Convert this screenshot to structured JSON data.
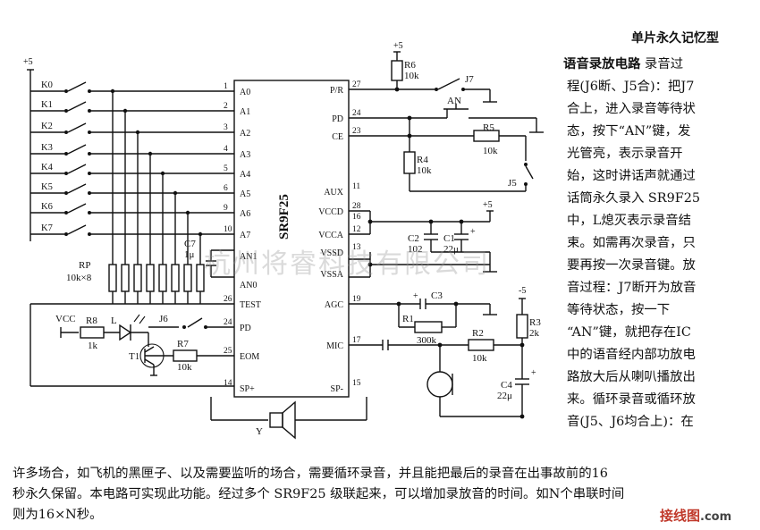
{
  "title": "单片永久记忆型",
  "paragraph": {
    "heading": "语音录放电路",
    "lines": [
      "录音过",
      "程(J6断、J5合)：把J7",
      "合上，进入录音等待状",
      "态，按下“AN”键，发",
      "光管亮，表示录音开",
      "始，这时讲话声就通过",
      "话筒永久录入 SR9F25",
      "中，L熄灭表示录音结",
      "束。如需再次录音，只",
      "要再按一次录音键。放",
      "音过程：J7断开为放音",
      "等待状态，按一下",
      "“AN”键，就把存在IC",
      "中的语音经内部功放电",
      "路放大后从喇叭播放出",
      "来。循环录音或循环放",
      "音(J5、J6均合上)：在"
    ],
    "bottom_lines": [
      "许多场合，如飞机的黑匣子、以及需要监听的场合，需要循环录音，并且能把最后的录音在出事故前的16",
      "秒永久保留。本电路可实现此功能。经过多个 SR9F25 级联起来，可以增加录放音的时间。如N个串联时间",
      "则为16×N秒。"
    ]
  },
  "watermark": "杭州将睿科技有限公司",
  "site_logo": {
    "left": "接线图",
    "right": ".com"
  },
  "schematic": {
    "chip_name": "SR9F25",
    "left_pins": [
      {
        "num": "1",
        "name": "A0"
      },
      {
        "num": "2",
        "name": "A1"
      },
      {
        "num": "3",
        "name": "A2"
      },
      {
        "num": "4",
        "name": "A3"
      },
      {
        "num": "5",
        "name": "A4"
      },
      {
        "num": "6",
        "name": "A5"
      },
      {
        "num": "9",
        "name": "A6"
      },
      {
        "num": "10",
        "name": "A7"
      },
      {
        "num": "",
        "name": "AN1"
      },
      {
        "num": "",
        "name": "AN0"
      },
      {
        "num": "26",
        "name": "TEST"
      },
      {
        "num": "24",
        "name": "PD"
      },
      {
        "num": "25",
        "name": "EOM"
      },
      {
        "num": "14",
        "name": "SP+"
      }
    ],
    "right_pins": [
      {
        "num": "27",
        "name": "P/R"
      },
      {
        "num": "24",
        "name": "PD"
      },
      {
        "num": "23",
        "name": "CE"
      },
      {
        "num": "11",
        "name": "AUX"
      },
      {
        "num": "28",
        "name": "VCCD"
      },
      {
        "num": "16",
        "name": ""
      },
      {
        "num": "12",
        "name": "VCCA"
      },
      {
        "num": "13",
        "name": "VSSD"
      },
      {
        "num": "",
        "name": "VSSA"
      },
      {
        "num": "19",
        "name": "AGC"
      },
      {
        "num": "17",
        "name": "MIC"
      },
      {
        "num": "15",
        "name": "SP-"
      }
    ],
    "keys": [
      "K0",
      "K1",
      "K2",
      "K3",
      "K4",
      "K5",
      "K6",
      "K7"
    ],
    "labels": {
      "supply_plus5": "+5",
      "supply_minus5": "-5",
      "supply_plus5_top": "+5",
      "rp": "RP",
      "rp_val": "10k×8",
      "c7": "C7",
      "c7_val": "1μ",
      "r6": "R6",
      "r6_val": "10k",
      "j7": "J7",
      "an": "AN",
      "r5": "R5",
      "r5_val": "10k",
      "r4": "R4",
      "r4_val": "10k",
      "j5": "J5",
      "c2": "C2",
      "c2_val": "102",
      "c1": "C1",
      "c1_val": "22μ",
      "c3": "C3",
      "r1": "R1",
      "r1_val": "300k",
      "r2": "R2",
      "r2_val": "10k",
      "r3": "R3",
      "r3_val": "2k",
      "c4": "C4",
      "c4_val": "22μ",
      "vcc": "VCC",
      "r8": "R8",
      "r8_val": "1k",
      "led": "L",
      "j6": "J6",
      "t1": "T1",
      "r7": "R7",
      "r7_val": "10k",
      "speaker": "Y",
      "plus_c1": "+",
      "plus_c3": "+",
      "plus_c4": "+"
    }
  }
}
